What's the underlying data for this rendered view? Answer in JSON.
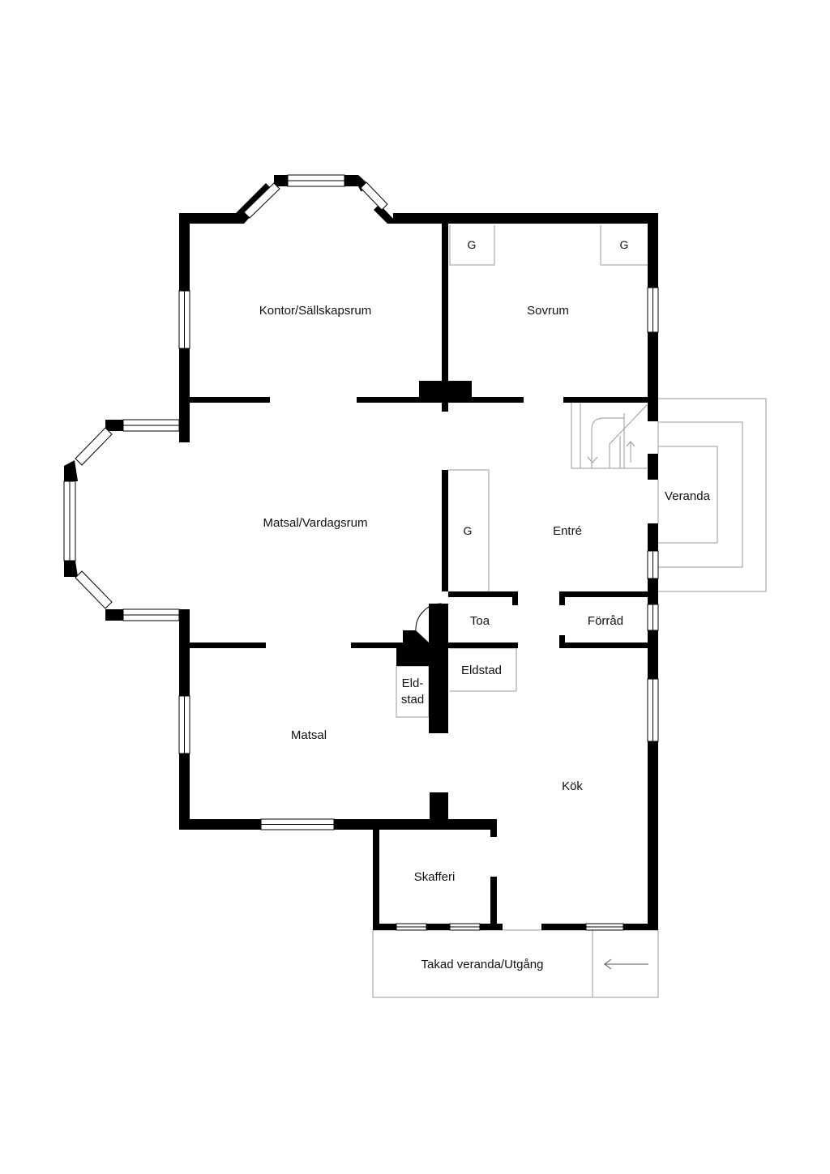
{
  "floorplan": {
    "colors": {
      "wall": "#000000",
      "outline": "#9a9a9a",
      "window_fill": "#ffffff",
      "background": "#ffffff"
    },
    "rooms": {
      "kontor": "Kontor/Sällskapsrum",
      "sovrum": "Sovrum",
      "matsal_vardagsrum": "Matsal/Vardagsrum",
      "entre": "Entré",
      "veranda": "Veranda",
      "toa": "Toa",
      "forrad": "Förråd",
      "eldstad": "Eldstad",
      "eldstad_small_line1": "Eld-",
      "eldstad_small_line2": "stad",
      "matsal": "Matsal",
      "kok": "Kök",
      "skafferi": "Skafferi",
      "takad_veranda": "Takad veranda/Utgång"
    },
    "wardrobe_label": "G",
    "icons": {
      "stairs": "stairs-icon",
      "entry_arrow": "arrow-left-icon",
      "fireplace": "fireplace-icon"
    }
  }
}
